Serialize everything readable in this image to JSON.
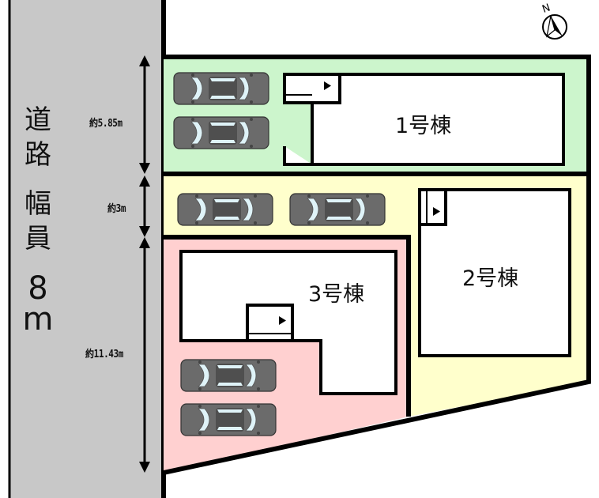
{
  "road": {
    "chars": [
      "道",
      "路",
      "幅",
      "員"
    ],
    "width_value": "8",
    "width_unit": "m"
  },
  "dimensions": {
    "lot1_depth": "約5.85m",
    "driveway_width": "約3m",
    "lot3_depth": "約11.43m"
  },
  "buildings": {
    "b1": "1号棟",
    "b2": "2号棟",
    "b3": "3号棟"
  },
  "compass": {
    "label": "N"
  },
  "colors": {
    "road": "#c8c8c8",
    "lot1": "#ccf5cc",
    "lot2": "#ffffcc",
    "lot3": "#ffd0d0",
    "outline": "#000000"
  }
}
